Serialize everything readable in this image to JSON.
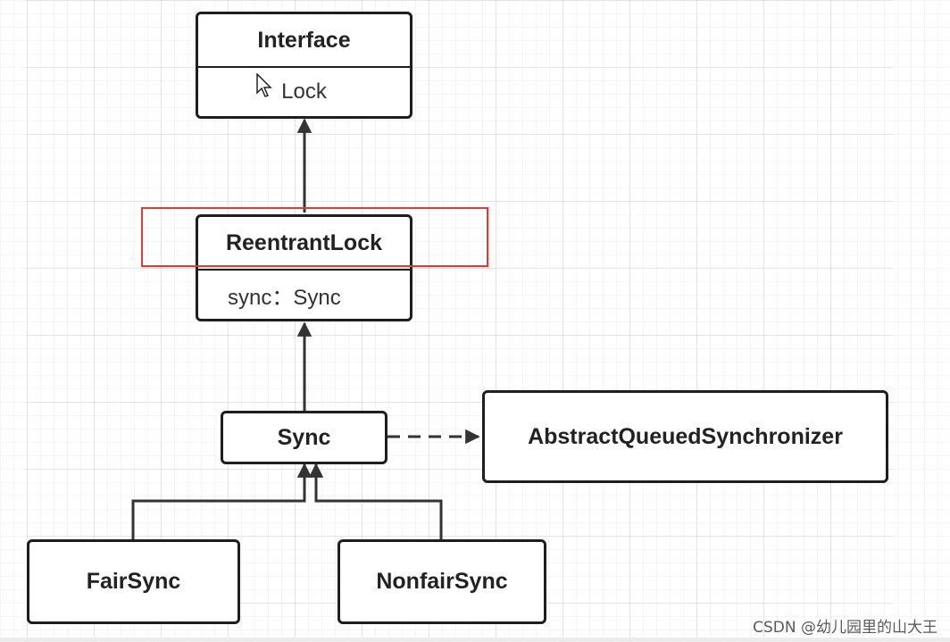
{
  "nodes": {
    "interface": {
      "header": "Interface",
      "attribute": "Lock"
    },
    "reentrant_lock": {
      "header": "ReentrantLock",
      "attribute": "sync：Sync"
    },
    "sync": {
      "header": "Sync"
    },
    "aqs": {
      "header": "AbstractQueuedSynchronizer"
    },
    "fair_sync": {
      "header": "FairSync"
    },
    "nonfair_sync": {
      "header": "NonfairSync"
    }
  },
  "colors": {
    "line": "#333333",
    "border": "#1e1e1e",
    "highlight": "#e53935"
  },
  "watermark": "CSDN @幼儿园里的山大王",
  "icons": {
    "cursor": "mouse-pointer-icon"
  }
}
